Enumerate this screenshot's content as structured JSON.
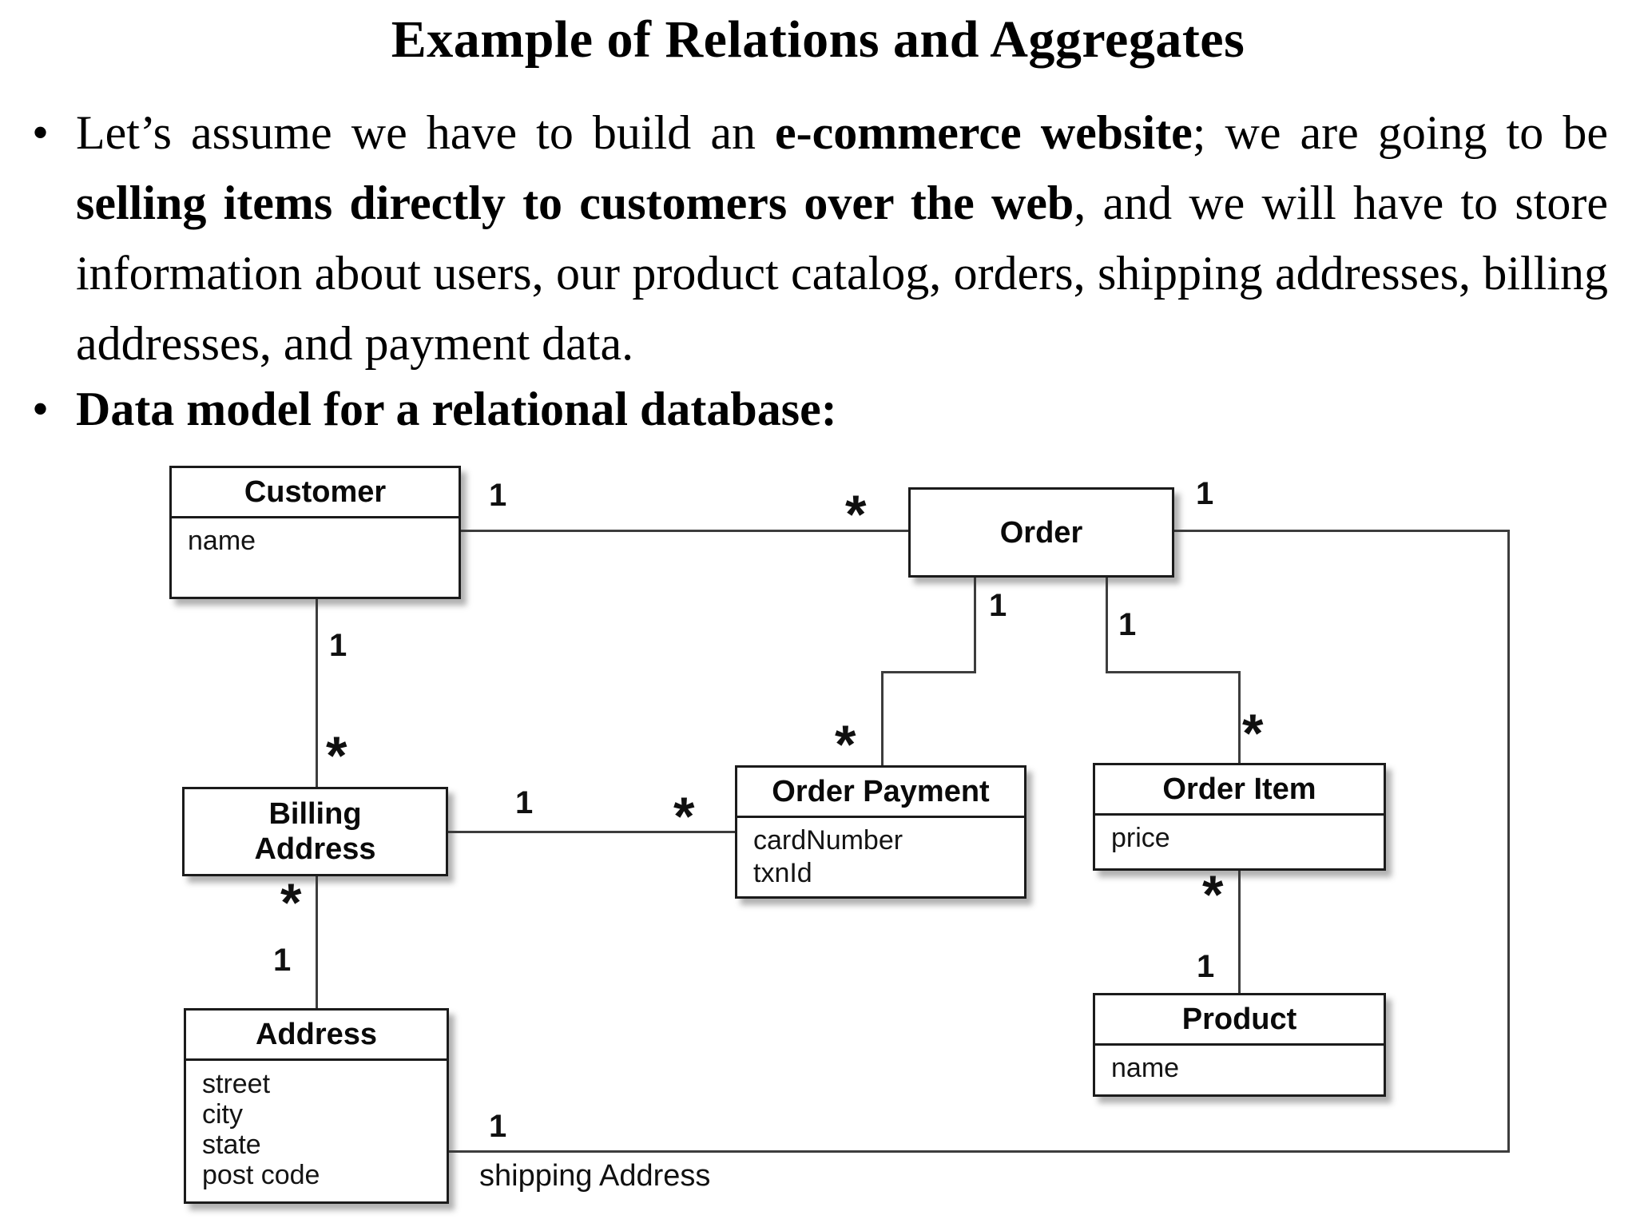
{
  "slide": {
    "title": "Example of Relations and Aggregates",
    "bullet_glyph": "•",
    "bullet1": {
      "seg1": "Let’s assume we have to build an ",
      "seg2": "e-commerce website",
      "seg3": "; we are going to be ",
      "seg4": "selling items directly to customers over the web",
      "seg5": ", and we will have to store information about users, our product catalog, orders, shipping addresses, billing addresses, and payment data."
    },
    "bullet2": "Data model for a relational database:"
  },
  "diagram": {
    "entities": [
      {
        "name": "Customer",
        "display": "Customer",
        "attributes": [
          "name"
        ]
      },
      {
        "name": "Order",
        "display": "Order",
        "attributes": []
      },
      {
        "name": "Billing Address",
        "display": "Billing\nAddress",
        "attributes": []
      },
      {
        "name": "Order Payment",
        "display": "Order Payment",
        "attributes": [
          "cardNumber",
          "txnId"
        ]
      },
      {
        "name": "Order Item",
        "display": "Order Item",
        "attributes": [
          "price"
        ]
      },
      {
        "name": "Product",
        "display": "Product",
        "attributes": [
          "name"
        ]
      },
      {
        "name": "Address",
        "display": "Address",
        "attributes": [
          "street",
          "city",
          "state",
          "post code"
        ]
      }
    ],
    "relationships": [
      {
        "from": "Customer",
        "to": "Order",
        "from_multiplicity": "1",
        "to_multiplicity": "*"
      },
      {
        "from": "Customer",
        "to": "Billing Address",
        "from_multiplicity": "1",
        "to_multiplicity": "*"
      },
      {
        "from": "Address",
        "to": "Billing Address",
        "from_multiplicity": "1",
        "to_multiplicity": "*"
      },
      {
        "from": "Billing Address",
        "to": "Order Payment",
        "from_multiplicity": "1",
        "to_multiplicity": "*"
      },
      {
        "from": "Order",
        "to": "Order Payment",
        "from_multiplicity": "1",
        "to_multiplicity": "*"
      },
      {
        "from": "Order",
        "to": "Order Item",
        "from_multiplicity": "1",
        "to_multiplicity": "*"
      },
      {
        "from": "Product",
        "to": "Order Item",
        "from_multiplicity": "1",
        "to_multiplicity": "*"
      },
      {
        "from": "Order",
        "to": "Address",
        "from_multiplicity": "1",
        "to_multiplicity": "1",
        "label": "shipping Address"
      }
    ],
    "labels": {
      "one": "1",
      "many": "*",
      "shipping": "shipping Address"
    }
  }
}
